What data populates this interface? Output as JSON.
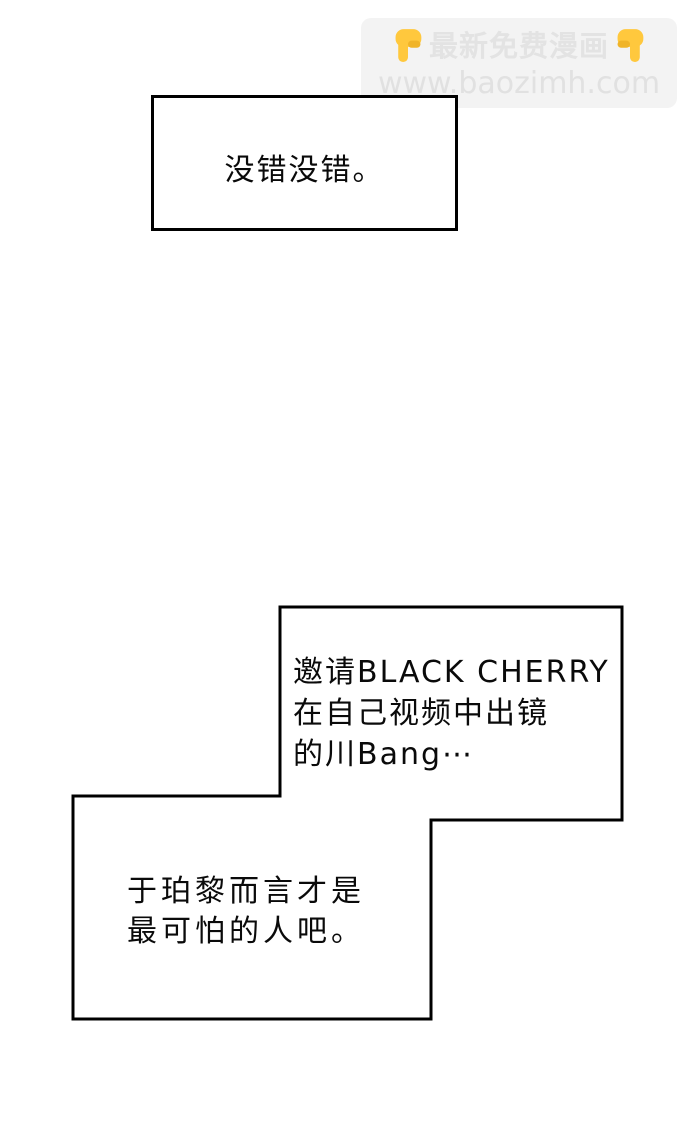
{
  "page": {
    "background_color": "#ffffff",
    "type": "comic-page"
  },
  "watermark": {
    "line1": "最新免费漫画",
    "line2": "www.baozimh.com",
    "icons": {
      "left": "pointing-down-hand",
      "right": "pointing-down-hand"
    },
    "colors": {
      "banner_bg": "#f3f3f3",
      "text": "#e3e3e3",
      "hand": "#ffc83d"
    }
  },
  "bubbles": [
    {
      "id": "bubble-1",
      "shape": "rectangle",
      "border_color": "#000000",
      "fill_color": "#ffffff",
      "lines": [
        "没错没错。"
      ]
    },
    {
      "id": "bubble-2",
      "shape": "rectangle-merged-with-bubble-3",
      "border_color": "#000000",
      "fill_color": "#ffffff",
      "lines": [
        "邀请BLACK CHERRY",
        "在自己视频中出镜",
        "的川Bang⋯"
      ]
    },
    {
      "id": "bubble-3",
      "shape": "rectangle-merged-with-bubble-2",
      "border_color": "#000000",
      "fill_color": "#ffffff",
      "lines": [
        "于珀黎而言才是",
        "最可怕的人吧。"
      ]
    }
  ]
}
